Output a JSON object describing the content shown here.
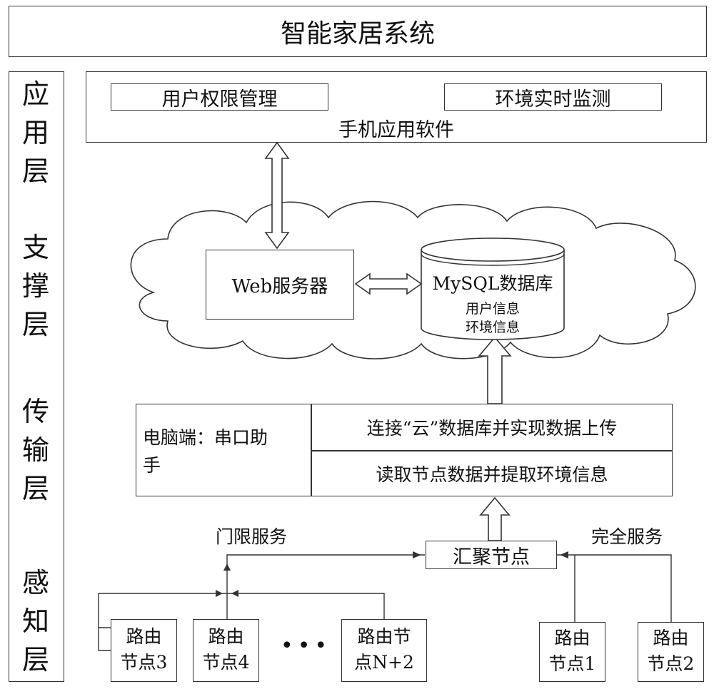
{
  "title": "智能家居系统",
  "layers": [
    {
      "chars": [
        "应",
        "用",
        "层"
      ]
    },
    {
      "chars": [
        "支",
        "撑",
        "层"
      ]
    },
    {
      "chars": [
        "传",
        "输",
        "层"
      ]
    },
    {
      "chars": [
        "感",
        "知",
        "层"
      ]
    }
  ],
  "app": {
    "user_mgmt": "用户权限管理",
    "env_monitor": "环境实时监测",
    "label": "手机应用软件"
  },
  "cloud": {
    "web_server": "Web服务器",
    "db_title": "MySQL数据库",
    "db_user": "用户信息",
    "db_env": "环境信息"
  },
  "pc": {
    "label_line1": "电脑端：串口助",
    "label_line2": "手",
    "upload": "连接“云”数据库并实现数据上传",
    "read": "读取节点数据并提取环境信息"
  },
  "aggregator": "汇聚节点",
  "threshold_service": "门限服务",
  "full_service": "完全服务",
  "nodes": {
    "n3": {
      "line1": "路由",
      "line2": "节点3"
    },
    "n4": {
      "line1": "路由",
      "line2": "节点4"
    },
    "nN2": {
      "line1": "路由节",
      "line2": "点N+2"
    },
    "n1": {
      "line1": "路由",
      "line2": "节点1"
    },
    "n2": {
      "line1": "路由",
      "line2": "节点2"
    }
  },
  "ellipsis": "•••"
}
